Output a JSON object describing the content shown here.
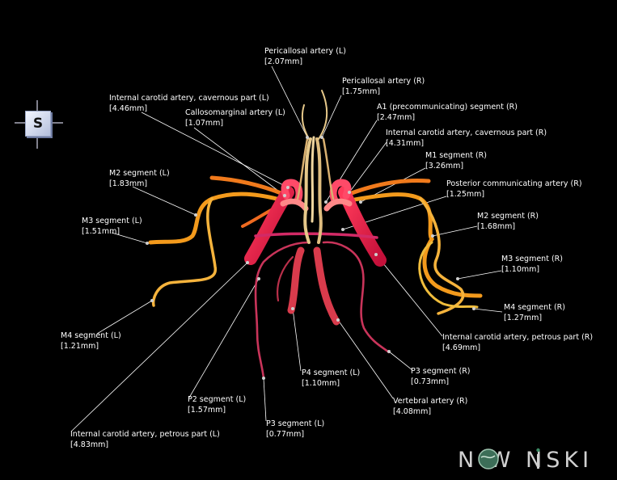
{
  "orientation": {
    "label": "S"
  },
  "logo": {
    "text": "N  W NSKI"
  },
  "labels": [
    {
      "key": "pericallosal-l",
      "name": "Pericallosal artery (L)",
      "size": "[2.07mm]"
    },
    {
      "key": "pericallosal-r",
      "name": "Pericallosal artery (R)",
      "size": "[1.75mm]"
    },
    {
      "key": "ica-cav-l",
      "name": "Internal carotid artery, cavernous part (L)",
      "size": "[4.46mm]"
    },
    {
      "key": "callosomarginal-l",
      "name": "Callosomarginal artery (L)",
      "size": "[1.07mm]"
    },
    {
      "key": "a1-r",
      "name": "A1 (precommunicating) segment (R)",
      "size": "[2.47mm]"
    },
    {
      "key": "ica-cav-r",
      "name": "Internal carotid artery, cavernous part (R)",
      "size": "[4.31mm]"
    },
    {
      "key": "m1-r",
      "name": "M1 segment (R)",
      "size": "[3.26mm]"
    },
    {
      "key": "m2-l",
      "name": "M2 segment (L)",
      "size": "[1.83mm]"
    },
    {
      "key": "pcom-r",
      "name": "Posterior communicating artery (R)",
      "size": "[1.25mm]"
    },
    {
      "key": "m3-l",
      "name": "M3 segment (L)",
      "size": "[1.51mm]"
    },
    {
      "key": "m2-r",
      "name": "M2 segment (R)",
      "size": "[1.68mm]"
    },
    {
      "key": "m3-r",
      "name": "M3 segment (R)",
      "size": "[1.10mm]"
    },
    {
      "key": "m4-r",
      "name": "M4 segment (R)",
      "size": "[1.27mm]"
    },
    {
      "key": "m4-l",
      "name": "M4 segment (L)",
      "size": "[1.21mm]"
    },
    {
      "key": "ica-pet-r",
      "name": "Internal carotid artery, petrous part (R)",
      "size": "[4.69mm]"
    },
    {
      "key": "p3-r",
      "name": "P3 segment (R)",
      "size": "[0.73mm]"
    },
    {
      "key": "p4-l",
      "name": "P4 segment (L)",
      "size": "[1.10mm]"
    },
    {
      "key": "vertebral-r",
      "name": "Vertebral artery (R)",
      "size": "[4.08mm]"
    },
    {
      "key": "p2-l",
      "name": "P2 segment (L)",
      "size": "[1.57mm]"
    },
    {
      "key": "p3-l",
      "name": "P3 segment (L)",
      "size": "[0.77mm]"
    },
    {
      "key": "ica-pet-l",
      "name": "Internal carotid artery, petrous part (L)",
      "size": "[4.83mm]"
    }
  ]
}
